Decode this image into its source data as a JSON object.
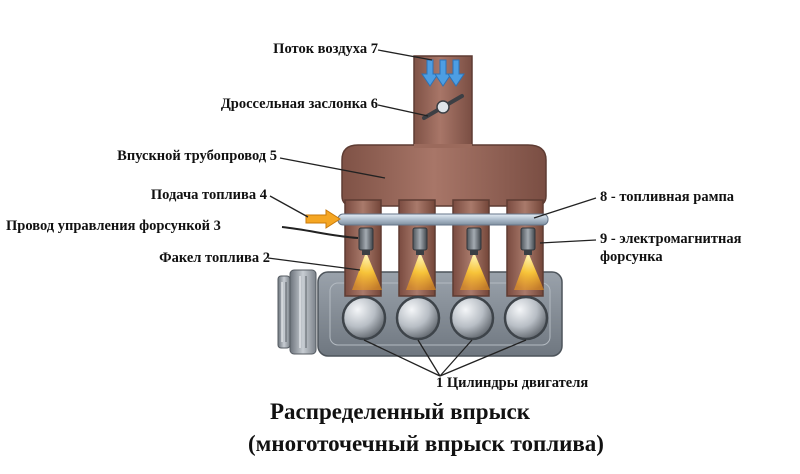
{
  "labels": {
    "airflow": "Поток воздуха 7",
    "throttle": "Дроссельная заслонка 6",
    "manifold": "Впускной трубопровод 5",
    "fuel_supply": "Подача топлива 4",
    "injector_wire": "Провод управления форсункой 3",
    "fuel_spray": "Факел топлива 2",
    "fuel_rail": "8 - топливная рампа",
    "injector_line1": "9 - электромагнитная",
    "injector_line2": "форсунка",
    "cylinders": "1 Цилиндры двигателя"
  },
  "caption": {
    "line1": "Распределенный впрыск",
    "line2": "(многоточечный впрыск топлива)"
  },
  "colors": {
    "manifold": "#9b6a5c",
    "rail": "#b9c7d6",
    "block": "#8a929c",
    "airflow_arrow": "#4d9ee3",
    "fuel_arrow": "#f5a623",
    "spray": "#f7c43a",
    "leader": "#222222"
  }
}
